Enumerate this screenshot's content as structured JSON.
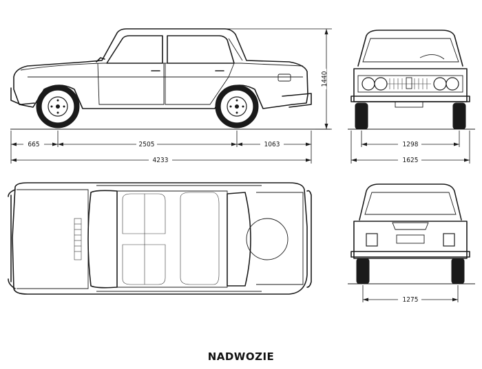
{
  "caption": "NADWOZIE",
  "dimensions": {
    "front_overhang": "665",
    "wheelbase": "2505",
    "rear_overhang": "1063",
    "overall_length": "4233",
    "height": "1440",
    "front_track": "1298",
    "overall_width": "1625",
    "rear_track": "1275"
  }
}
